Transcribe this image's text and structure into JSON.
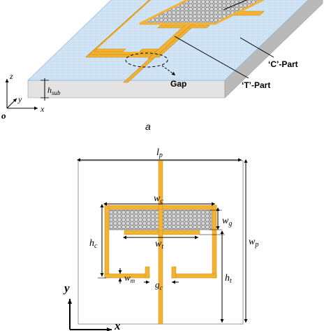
{
  "panel_a": {
    "caption": "a",
    "callouts": {
      "c_part": "‘C’-Part",
      "t_part": "‘T’-Part",
      "gap": "Gap"
    },
    "axes": {
      "z": "z",
      "y": "y",
      "x": "x",
      "origin": "o"
    },
    "h_sub": {
      "base": "h",
      "sub": "sub"
    }
  },
  "panel_b": {
    "dims": {
      "lp": {
        "base": "l",
        "sub": "p"
      },
      "wp": {
        "base": "w",
        "sub": "p"
      },
      "wc": {
        "base": "w",
        "sub": "c"
      },
      "wg": {
        "base": "w",
        "sub": "g"
      },
      "wt": {
        "base": "w",
        "sub": "t"
      },
      "hc": {
        "base": "h",
        "sub": "c"
      },
      "ht": {
        "base": "h",
        "sub": "t"
      },
      "wm": {
        "base": "w",
        "sub": "m"
      },
      "gc": {
        "base": "g",
        "sub": "c"
      }
    },
    "axes": {
      "y": "y",
      "x": "x"
    }
  },
  "colors": {
    "substrate_top": "#cfe3f4",
    "substrate_side_light": "#e3e3e3",
    "substrate_side_dark": "#b9b9b9",
    "gold": "#f2b233",
    "gold_edge": "#c98a12",
    "graphene_fill": "#d6d6d6",
    "graphene_line": "#6b6b6b",
    "ink": "#000000"
  }
}
